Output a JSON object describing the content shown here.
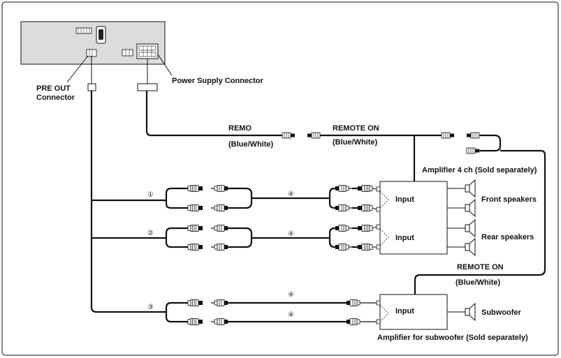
{
  "labels": {
    "pre_out": [
      "PRE OUT",
      "Connector"
    ],
    "power_supply": "Power Supply Connector",
    "remo": "REMO",
    "remo_color": "(Blue/White)",
    "remote_on_1": "REMOTE ON",
    "remote_on_1_color": "(Blue/White)",
    "amp4_caption": "Amplifier 4 ch (Sold separately)",
    "input": "Input",
    "front_speakers": "Front speakers",
    "rear_speakers": "Rear speakers",
    "remote_on_2": "REMOTE ON",
    "remote_on_2_color": "(Blue/White)",
    "subwoofer": "Subwoofer",
    "amp_sub_caption": "Amplifier for subwoofer (Sold separately)"
  },
  "markers": {
    "n1": "①",
    "n2": "②",
    "n3": "③",
    "n4": "④"
  },
  "colors": {
    "head_unit_fill": "#dcdcdc",
    "line": "#111111"
  }
}
